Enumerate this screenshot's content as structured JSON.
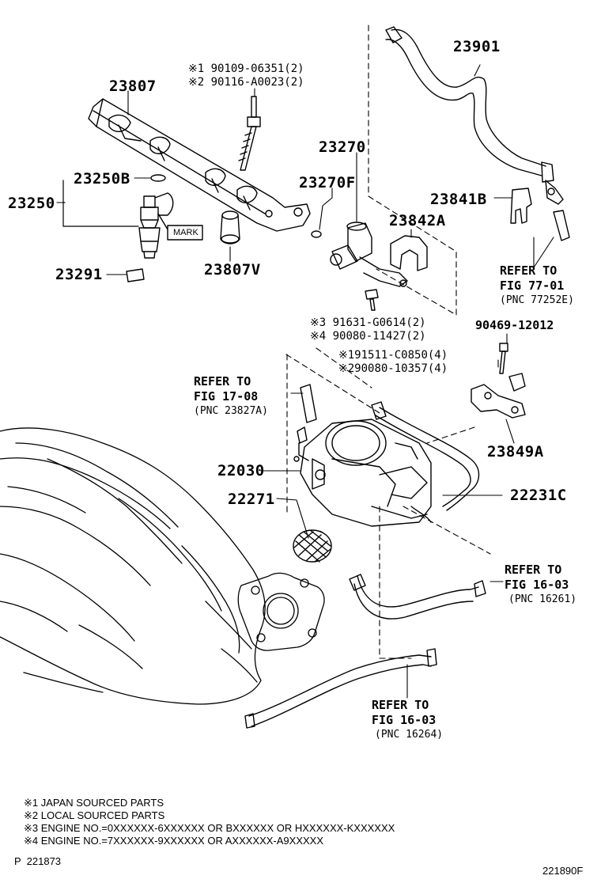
{
  "parts": {
    "p23807": "23807",
    "p23250b": "23250B",
    "p23250": "23250",
    "p23291": "23291",
    "p23807v": "23807V",
    "p23270": "23270",
    "p23270f": "23270F",
    "p23842a": "23842A",
    "p23901": "23901",
    "p23841b": "23841B",
    "p22030": "22030",
    "p22271": "22271",
    "p22231c": "22231C",
    "p23849a": "23849A",
    "p90469": "90469-12012"
  },
  "part_notes": {
    "bolt_1": "※1 90109-06351(2)",
    "bolt_2": "※2 90116-A0023(2)",
    "screw_3": "※3 91631-G0614(2)",
    "screw_4": "※4 90080-11427(2)",
    "tb_bolt_1": "※191511-C0850(4)",
    "tb_bolt_2": "※290080-10357(4)"
  },
  "mark_label": "MARK",
  "refs": [
    {
      "l1": "REFER TO",
      "l2": "FIG 77-01",
      "l3": "(PNC 77252E)"
    },
    {
      "l1": "REFER TO",
      "l2": "FIG 17-08",
      "l3": "(PNC 23827A)"
    },
    {
      "l1": "REFER TO",
      "l2": "FIG 16-03",
      "l3": "(PNC 16261)"
    },
    {
      "l1": "REFER TO",
      "l2": "FIG 16-03",
      "l3": "(PNC 16264)"
    }
  ],
  "footnotes": [
    "※1 JAPAN SOURCED PARTS",
    "※2 LOCAL SOURCED PARTS",
    "※3 ENGINE NO.=0XXXXXX-6XXXXXX OR BXXXXXX OR HXXXXXX-KXXXXXX",
    "※4 ENGINE NO.=7XXXXXX-9XXXXXX OR AXXXXXX-A9XXXXX"
  ],
  "page_code": "P  221873",
  "figure_code": "221890F"
}
